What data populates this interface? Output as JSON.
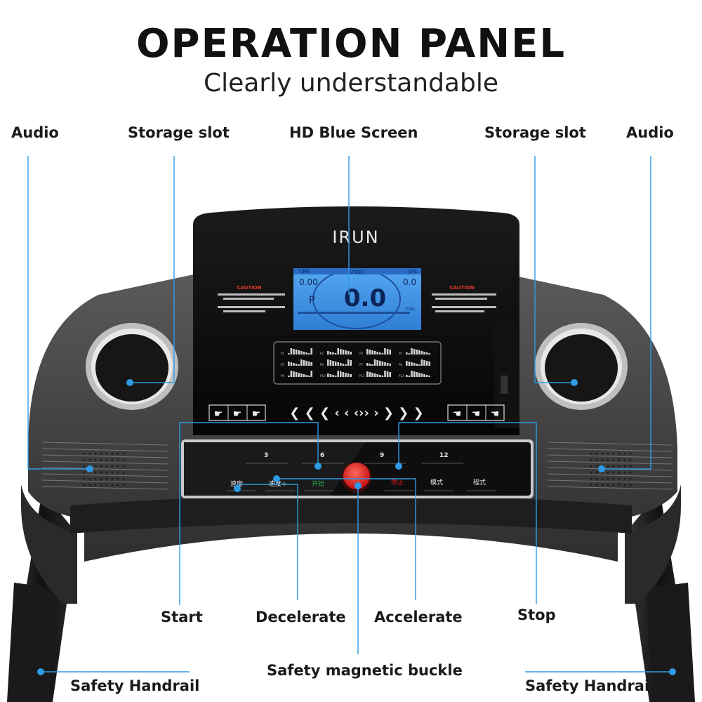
{
  "heading": {
    "title": "OPERATION PANEL",
    "subtitle": "Clearly understandable"
  },
  "callouts": {
    "audio_left": "Audio",
    "storage_left": "Storage slot",
    "hd_screen": "HD Blue Screen",
    "storage_right": "Storage slot",
    "audio_right": "Audio",
    "start": "Start",
    "decelerate": "Decelerate",
    "accelerate": "Accelerate",
    "stop": "Stop",
    "safety_buckle": "Safety magnetic buckle",
    "handrail_left": "Safety Handrail",
    "handrail_right": "Safety Handrail"
  },
  "console": {
    "brand": "IRUN",
    "caution_left_title": "CAUTION",
    "caution_right_title": "CAUTION",
    "lcd": {
      "time_label": "TIME",
      "speed_label": "SPEED",
      "dis_label": "DIS.",
      "cal_label": "CAL.",
      "time_value": "0.00",
      "speed_value": "0.0",
      "dis_value": "0.0",
      "program_letter": "P"
    },
    "programs": [
      "P1",
      "P2",
      "P3",
      "P4",
      "P5",
      "P6",
      "P7",
      "P8",
      "P9",
      "P10",
      "P11",
      "P12"
    ],
    "speed_presets": [
      "3",
      "6",
      "9",
      "12"
    ],
    "buttons": {
      "speed_down": "速度-",
      "speed_up": "速度+",
      "start": "开始",
      "stop": "停止",
      "mode": "模式",
      "program": "程式"
    }
  },
  "colors": {
    "callout_line": "#2f9be6",
    "lcd_blue": "#3a8fe0",
    "stop_button": "#e0191b",
    "start_text": "#22b14c",
    "stop_text": "#e0191b"
  }
}
